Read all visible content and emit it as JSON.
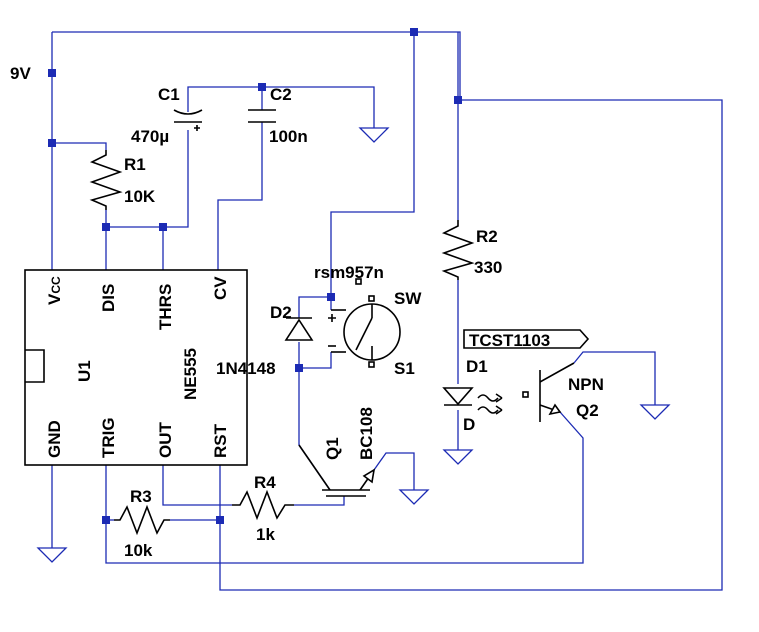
{
  "supply": {
    "label": "9V"
  },
  "components": {
    "c1": {
      "name": "C1",
      "value": "470µ"
    },
    "c2": {
      "name": "C2",
      "value": "100n"
    },
    "r1": {
      "name": "R1",
      "value": "10K"
    },
    "r2": {
      "name": "R2",
      "value": "330"
    },
    "r3": {
      "name": "R3",
      "value": "10k"
    },
    "r4": {
      "name": "R4",
      "value": "1k"
    },
    "d1": {
      "name": "D1",
      "value": "D"
    },
    "d2": {
      "name": "D2",
      "value": "1N4148"
    },
    "q1": {
      "name": "Q1",
      "value": "BC108"
    },
    "q2": {
      "name": "Q2",
      "value": "NPN"
    },
    "s1": {
      "name": "S1",
      "value": "SW",
      "model": "rsm957n"
    },
    "opto": {
      "name": "TCST1103"
    },
    "u1": {
      "name": "U1",
      "model": "NE555",
      "pins": {
        "vcc": "V",
        "vcc_sub": "CC",
        "dis": "DIS",
        "thrs": "THRS",
        "cv": "CV",
        "gnd": "GND",
        "trig": "TRIG",
        "out": "OUT",
        "rst": "RST"
      }
    }
  },
  "colors": {
    "wire": "#1c2bb4",
    "component": "#000000",
    "background": "#ffffff"
  }
}
